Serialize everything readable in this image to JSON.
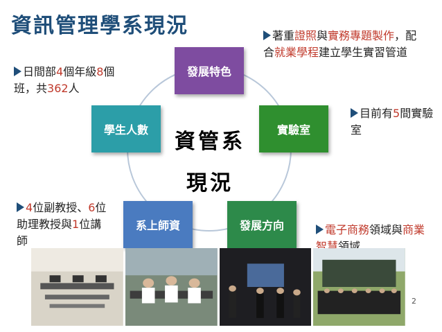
{
  "title": "資訊管理學系現況",
  "center": {
    "line1": "資管系",
    "line2": "現況"
  },
  "nodes": [
    {
      "key": "features",
      "label": "發展特色",
      "color": "#7e4ca0"
    },
    {
      "key": "labs",
      "label": "實驗室",
      "color": "#2f8f2f"
    },
    {
      "key": "direction",
      "label": "發展方向",
      "color": "#2d8a4a"
    },
    {
      "key": "faculty",
      "label": "系上師資",
      "color": "#4a7bc0"
    },
    {
      "key": "students",
      "label": "學生人數",
      "color": "#2c9ea8"
    }
  ],
  "notes": {
    "features": [
      {
        "t": "著重",
        "h": false
      },
      {
        "t": "證照",
        "h": true
      },
      {
        "t": "與",
        "h": false
      },
      {
        "t": "實務專題製作",
        "h": true
      },
      {
        "t": "，配合",
        "h": false
      },
      {
        "t": "就業學程",
        "h": true
      },
      {
        "t": "建立學生實習管道",
        "h": false
      }
    ],
    "students": [
      {
        "t": "日間部",
        "h": false
      },
      {
        "t": "4",
        "h": true
      },
      {
        "t": "個年級",
        "h": false
      },
      {
        "t": "8",
        "h": true
      },
      {
        "t": "個班，共",
        "h": false
      },
      {
        "t": "362",
        "h": true
      },
      {
        "t": "人",
        "h": false
      }
    ],
    "labs": [
      {
        "t": "目前有",
        "h": false
      },
      {
        "t": "5",
        "h": true
      },
      {
        "t": "間實驗室",
        "h": false
      }
    ],
    "faculty": [
      {
        "t": "4",
        "h": true
      },
      {
        "t": "位副教授、",
        "h": false
      },
      {
        "t": "6",
        "h": true
      },
      {
        "t": "位助理教授與",
        "h": false
      },
      {
        "t": "1",
        "h": true
      },
      {
        "t": "位講師",
        "h": false
      }
    ],
    "direction": [
      {
        "t": "電子商務",
        "h": true
      },
      {
        "t": "領域與",
        "h": false
      },
      {
        "t": "商業智慧",
        "h": true
      },
      {
        "t": "領域",
        "h": false
      }
    ]
  },
  "page_number": "2"
}
